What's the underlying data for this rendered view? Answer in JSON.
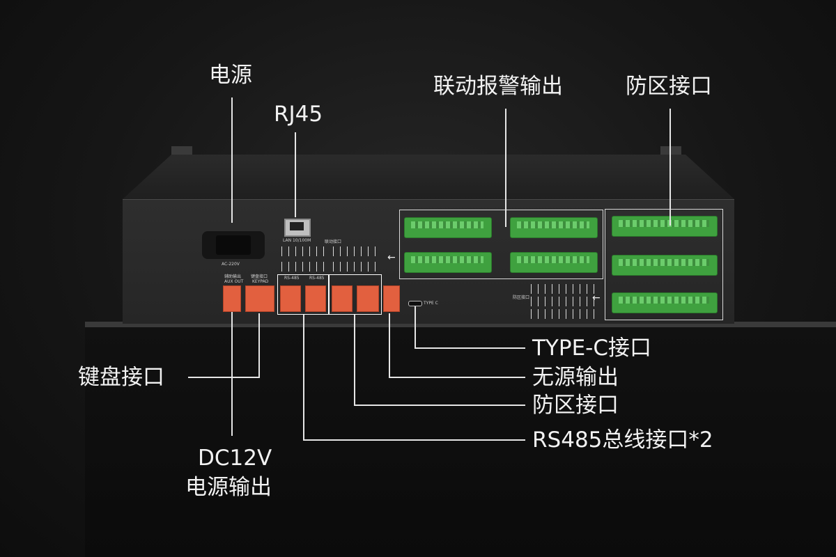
{
  "labels": {
    "power": "电源",
    "rj45": "RJ45",
    "linkage_alarm_output": "联动报警输出",
    "zone_interface_top": "防区接口",
    "keyboard_interface": "键盘接口",
    "dc12v": "DC12V",
    "power_output": "电源输出",
    "type_c_interface": "TYPE-C接口",
    "passive_output": "无源输出",
    "zone_interface_bottom": "防区接口",
    "rs485_interface": "RS485总线接口*2"
  },
  "panel_text": {
    "ac": "AC-220V",
    "lan": "LAN 10/100M",
    "linkage_port": "联动接口",
    "aux_out": "AUX OUT",
    "aux_out_cn": "辅助输出",
    "keypad_cn": "键盘接口",
    "keypad": "KEYPAD",
    "rs485_1": "RS-485",
    "rs485_2": "RS-485",
    "type_c": "TYPE C",
    "zone_cn": "防区接口"
  },
  "colors": {
    "background": "#161616",
    "label_text": "#f2f2f2",
    "leader_line": "#e6e6e6",
    "terminal_orange": "#e2603f",
    "terminal_green": "#3fa13f"
  }
}
